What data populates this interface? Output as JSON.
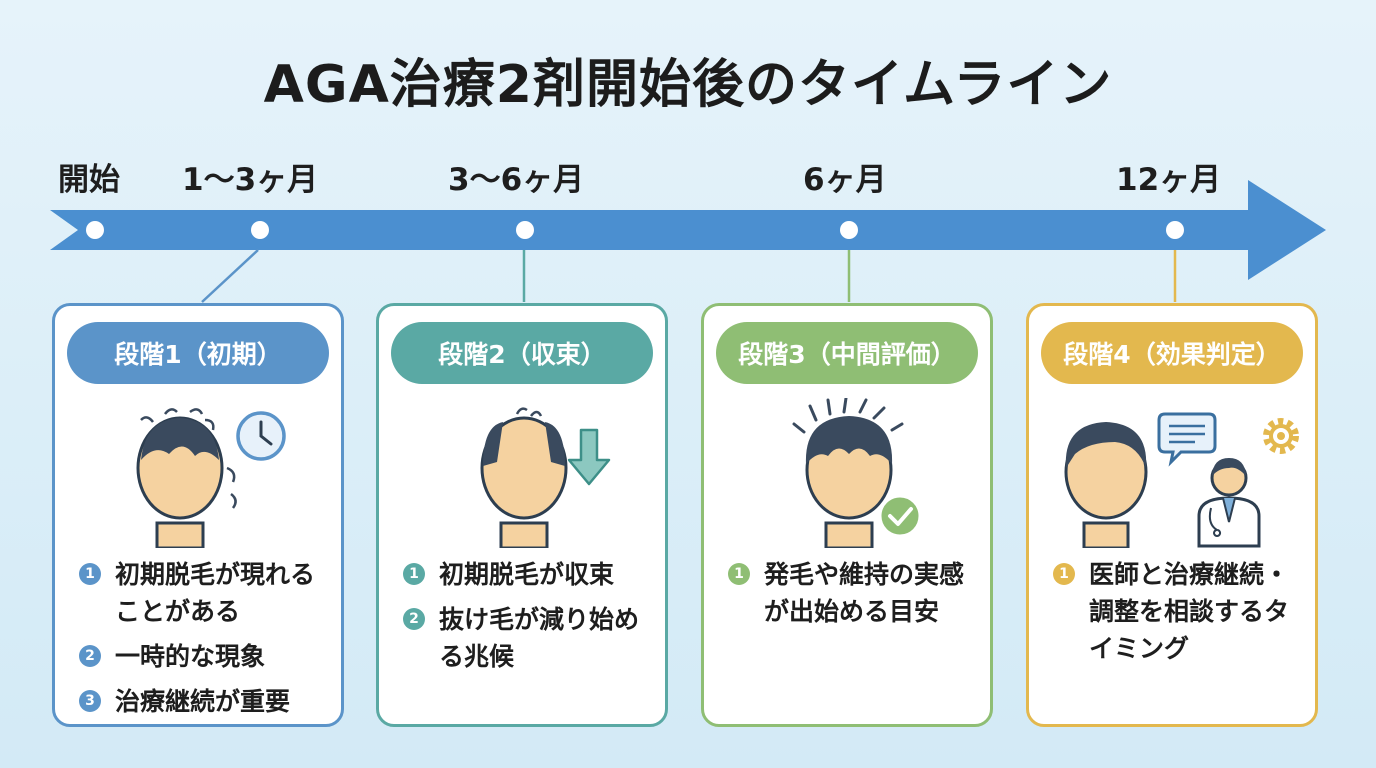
{
  "title": "AGA治療2剤開始後のタイムライン",
  "timeline": {
    "labels": [
      "開始",
      "1〜3ヶ月",
      "3〜6ヶ月",
      "6ヶ月",
      "12ヶ月"
    ],
    "arrow_color": "#4b8fd0"
  },
  "stages": [
    {
      "label": "段階1（初期）",
      "color": "#5b94c9",
      "icons": [
        "hair-shedding-head-icon",
        "clock-icon"
      ],
      "items": [
        "初期脱毛が現れることがある",
        "一時的な現象",
        "治療継続が重要"
      ]
    },
    {
      "label": "段階2（収束）",
      "color": "#5aa9a4",
      "icons": [
        "thinning-head-icon",
        "down-arrow-icon"
      ],
      "items": [
        "初期脱毛が収束",
        "抜け毛が減り始める兆候"
      ]
    },
    {
      "label": "段階3（中間評価）",
      "color": "#8fbe74",
      "icons": [
        "hair-growth-head-icon",
        "check-icon"
      ],
      "items": [
        "発毛や維持の実感が出始める目安"
      ]
    },
    {
      "label": "段階4（効果判定）",
      "color": "#e3b84e",
      "icons": [
        "full-hair-head-icon",
        "chat-bubble-icon",
        "doctor-icon",
        "gear-icon"
      ],
      "items": [
        "医師と治療継続・調整を相談するタイミング"
      ]
    }
  ]
}
